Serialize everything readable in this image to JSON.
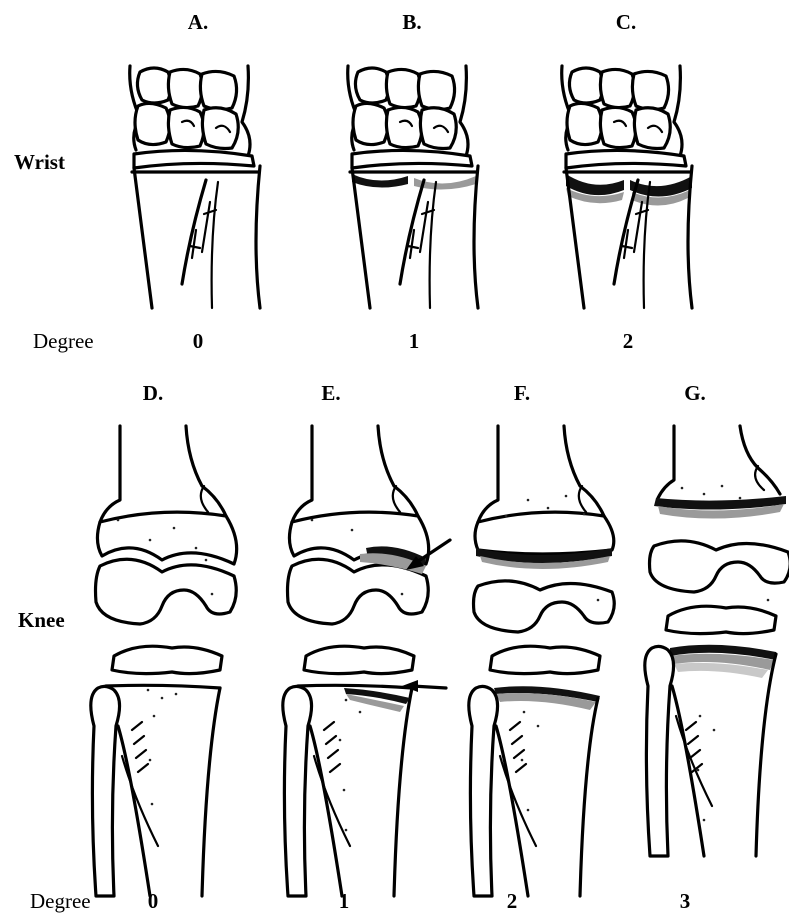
{
  "panels": {
    "a": "A.",
    "b": "B.",
    "c": "C.",
    "d": "D.",
    "e": "E.",
    "f": "F.",
    "g": "G."
  },
  "rows": {
    "wrist": "Wrist",
    "knee": "Knee"
  },
  "degree_label": "Degree",
  "wrist_degrees": [
    "0",
    "1",
    "2"
  ],
  "knee_degrees": [
    "0",
    "1",
    "2",
    "3"
  ]
}
